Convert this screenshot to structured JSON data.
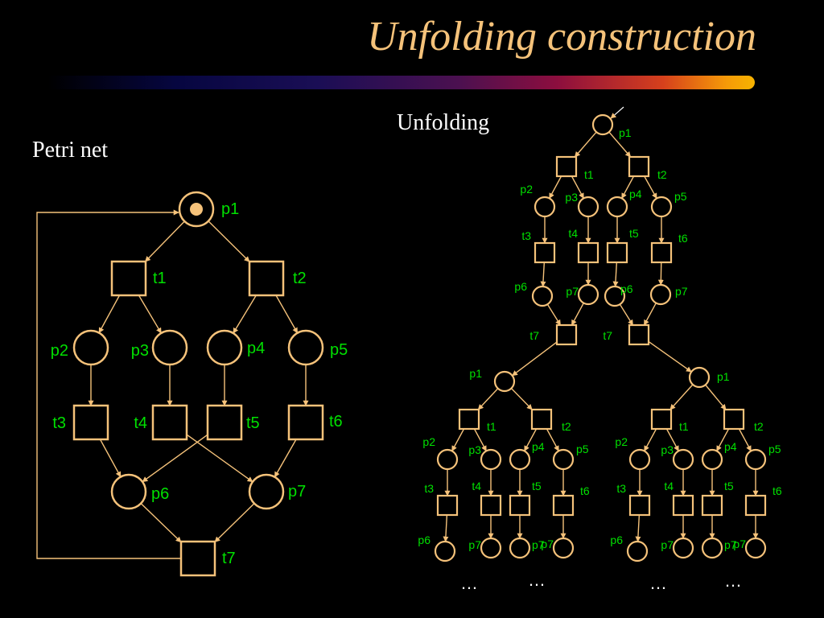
{
  "slide": {
    "title": "Unfolding construction",
    "petri_net_label": "Petri net",
    "unfolding_label": "Unfolding",
    "ellipsis": "…"
  },
  "colors": {
    "background": "#000000",
    "title": "#f5c27a",
    "node_stroke": "#f5c27a",
    "token": "#f5c27a",
    "node_label": "#00e000",
    "arc": "#f5c27a"
  },
  "petri_net": {
    "places": [
      "p1",
      "p2",
      "p3",
      "p4",
      "p5",
      "p6",
      "p7"
    ],
    "transitions": [
      "t1",
      "t2",
      "t3",
      "t4",
      "t5",
      "t6",
      "t7"
    ],
    "initial_marking": {
      "p1": 1
    },
    "arcs": [
      [
        "p1",
        "t1"
      ],
      [
        "p1",
        "t2"
      ],
      [
        "t1",
        "p2"
      ],
      [
        "t1",
        "p3"
      ],
      [
        "t2",
        "p4"
      ],
      [
        "t2",
        "p5"
      ],
      [
        "p2",
        "t3"
      ],
      [
        "p3",
        "t4"
      ],
      [
        "p4",
        "t5"
      ],
      [
        "p5",
        "t6"
      ],
      [
        "t3",
        "p6"
      ],
      [
        "t4",
        "p7"
      ],
      [
        "t5",
        "p6"
      ],
      [
        "t6",
        "p7"
      ],
      [
        "p6",
        "t7"
      ],
      [
        "p7",
        "t7"
      ],
      [
        "t7",
        "p1"
      ]
    ]
  },
  "unfolding": {
    "root": "p1",
    "top_branch_firings": [
      "t7",
      "t7"
    ],
    "sub_unfolding_roots": [
      "p1",
      "p1"
    ]
  }
}
